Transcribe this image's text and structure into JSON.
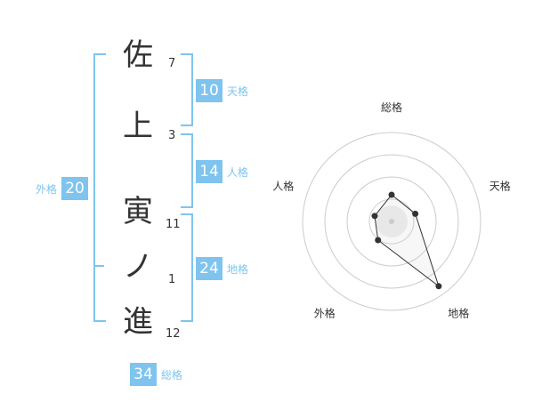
{
  "name_chars": [
    {
      "char": "佐",
      "strokes": "7"
    },
    {
      "char": "上",
      "strokes": "3"
    },
    {
      "char": "寅",
      "strokes": "11"
    },
    {
      "char": "ノ",
      "strokes": "1"
    },
    {
      "char": "進",
      "strokes": "12"
    }
  ],
  "fortune": {
    "tenkaku": {
      "value": "10",
      "label": "天格"
    },
    "jinkaku": {
      "value": "14",
      "label": "人格"
    },
    "chikaku": {
      "value": "24",
      "label": "地格"
    },
    "gaikaku": {
      "value": "20",
      "label": "外格"
    },
    "soukaku": {
      "value": "34",
      "label": "総格"
    }
  },
  "colors": {
    "accent": "#7ec4ef",
    "text": "#333333",
    "grid": "#cccccc"
  },
  "chart_data": {
    "type": "radar",
    "axes": [
      "総格",
      "天格",
      "地格",
      "外格",
      "人格"
    ],
    "values": [
      1.5,
      1.4,
      4.5,
      1.3,
      1.0
    ],
    "rmax": 5,
    "rings": 4
  }
}
